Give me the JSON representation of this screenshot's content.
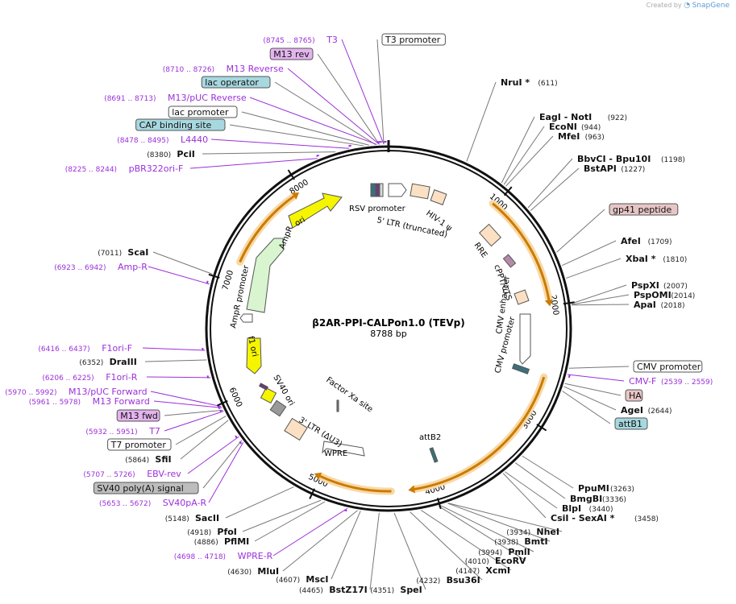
{
  "credit": {
    "created_by": "Created by",
    "brand": "SnapGene"
  },
  "plasmid": {
    "name": "β2AR-PPI-CALPon1.0 (TEVp)",
    "length": "8788 bp"
  },
  "colors": {
    "primer": "#9b30d9",
    "site_text": "#111111",
    "pos_text": "#222222",
    "backbone": "#111111",
    "orf_orange": "#cc7a00",
    "orf_glow": "#f7d9a6",
    "ori_yellow": "#f5f500",
    "ampr_green": "#d8f5d0",
    "ltr_peach": "#fbe0c4",
    "tag_pink": "#e8c6c6",
    "tag_blue": "#a7d8e0",
    "tag_violet": "#e4b4ee",
    "tag_grey": "#bdbdbd"
  },
  "ticks": [
    {
      "label": "1000",
      "pos": 1000
    },
    {
      "label": "2000",
      "pos": 2000
    },
    {
      "label": "3000",
      "pos": 3000
    },
    {
      "label": "4000",
      "pos": 4000
    },
    {
      "label": "5000",
      "pos": 5000
    },
    {
      "label": "6000",
      "pos": 6000
    },
    {
      "label": "7000",
      "pos": 7000
    },
    {
      "label": "8000",
      "pos": 8000
    }
  ],
  "inner_labels": [
    {
      "id": "rsv-promoter",
      "text": "RSV promoter"
    },
    {
      "id": "ltr5",
      "text": "5' LTR (truncated)"
    },
    {
      "id": "hiv-psi",
      "text": "HIV-1 ψ"
    },
    {
      "id": "rre",
      "text": "RRE"
    },
    {
      "id": "cppt",
      "text": "cPPT/CTS"
    },
    {
      "id": "cmv-enhancer",
      "text": "CMV enhancer"
    },
    {
      "id": "cmv-promoter-in",
      "text": "CMV promoter"
    },
    {
      "id": "attb2",
      "text": "attB2"
    },
    {
      "id": "wpre",
      "text": "WPRE"
    },
    {
      "id": "ltr3",
      "text": "3' LTR (ΔU3)"
    },
    {
      "id": "factorxa",
      "text": "Factor Xa site"
    },
    {
      "id": "sv40ori",
      "text": "SV40 ori"
    },
    {
      "id": "f1ori",
      "text": "f1 ori"
    },
    {
      "id": "ampr-promoter",
      "text": "AmpR promoter"
    },
    {
      "id": "ampr",
      "text": "AmpR"
    },
    {
      "id": "ori",
      "text": "ori"
    }
  ],
  "outer_labels": [
    {
      "id": "t3p",
      "pos": "(8745 .. 8765)",
      "name": "T3",
      "kind": "primer"
    },
    {
      "id": "t3promoter",
      "name": "T3 promoter",
      "kind": "box-white"
    },
    {
      "id": "m13rev",
      "name": "M13 rev",
      "kind": "box-violet"
    },
    {
      "id": "m13reverse",
      "pos": "(8710 .. 8726)",
      "name": "M13 Reverse",
      "kind": "primer"
    },
    {
      "id": "lacop",
      "name": "lac operator",
      "kind": "box-blue"
    },
    {
      "id": "m13puc",
      "pos": "(8691 .. 8713)",
      "name": "M13/pUC Reverse",
      "kind": "primer"
    },
    {
      "id": "lacprom",
      "name": "lac promoter",
      "kind": "box-white"
    },
    {
      "id": "cap",
      "name": "CAP binding site",
      "kind": "box-blue"
    },
    {
      "id": "l4440",
      "pos": "(8478 .. 8495)",
      "name": "L4440",
      "kind": "primer"
    },
    {
      "id": "pcii",
      "pos": "(8380)",
      "name": "PciI",
      "kind": "site"
    },
    {
      "id": "pbr322",
      "pos": "(8225 .. 8244)",
      "name": "pBR322ori-F",
      "kind": "primer"
    },
    {
      "id": "scai",
      "pos": "(7011)",
      "name": "ScaI",
      "kind": "site"
    },
    {
      "id": "ampr-primer",
      "pos": "(6923 .. 6942)",
      "name": "Amp-R",
      "kind": "primer"
    },
    {
      "id": "f1orif",
      "pos": "(6416 .. 6437)",
      "name": "F1ori-F",
      "kind": "primer"
    },
    {
      "id": "draiii",
      "pos": "(6352)",
      "name": "DraIII",
      "kind": "site"
    },
    {
      "id": "f1orir",
      "pos": "(6206 .. 6225)",
      "name": "F1ori-R",
      "kind": "primer"
    },
    {
      "id": "m13pucfwd",
      "pos": "(5970 .. 5992)",
      "name": "M13/pUC Forward",
      "kind": "primer"
    },
    {
      "id": "m13forward",
      "pos": "(5961 .. 5978)",
      "name": "M13 Forward",
      "kind": "primer"
    },
    {
      "id": "m13fwd",
      "name": "M13 fwd",
      "kind": "box-violet"
    },
    {
      "id": "t7p",
      "pos": "(5932 .. 5951)",
      "name": "T7",
      "kind": "primer"
    },
    {
      "id": "t7prom",
      "name": "T7 promoter",
      "kind": "box-white"
    },
    {
      "id": "sfii",
      "pos": "(5864)",
      "name": "SfiI",
      "kind": "site"
    },
    {
      "id": "ebvrev",
      "pos": "(5707 .. 5726)",
      "name": "EBV-rev",
      "kind": "primer"
    },
    {
      "id": "sv40polya",
      "name": "SV40 poly(A) signal",
      "kind": "box-grey"
    },
    {
      "id": "sv40par",
      "pos": "(5653 .. 5672)",
      "name": "SV40pA-R",
      "kind": "primer"
    },
    {
      "id": "sacii",
      "pos": "(5148)",
      "name": "SacII",
      "kind": "site"
    },
    {
      "id": "pfoi",
      "pos": "(4918)",
      "name": "PfoI",
      "kind": "site"
    },
    {
      "id": "pflmi",
      "pos": "(4886)",
      "name": "PflMI",
      "kind": "site"
    },
    {
      "id": "wprer",
      "pos": "(4698 .. 4718)",
      "name": "WPRE-R",
      "kind": "primer"
    },
    {
      "id": "mlui",
      "pos": "(4630)",
      "name": "MluI",
      "kind": "site"
    },
    {
      "id": "msci",
      "pos": "(4607)",
      "name": "MscI",
      "kind": "site"
    },
    {
      "id": "bstz17i",
      "pos": "(4465)",
      "name": "BstZ17I",
      "kind": "site"
    },
    {
      "id": "spei",
      "pos": "(4351)",
      "name": "SpeI",
      "kind": "site"
    },
    {
      "id": "bsu36i",
      "pos": "(4232)",
      "name": "Bsu36I",
      "kind": "site"
    },
    {
      "id": "xcmi",
      "pos": "(4147)",
      "name": "XcmI",
      "kind": "site"
    },
    {
      "id": "ecorv",
      "pos": "(4010)",
      "name": "EcoRV",
      "kind": "site"
    },
    {
      "id": "pmli",
      "pos": "(3994)",
      "name": "PmlI",
      "kind": "site"
    },
    {
      "id": "bmti",
      "pos": "(3938)",
      "name": "BmtI",
      "kind": "site"
    },
    {
      "id": "nhei",
      "pos": "(3934)",
      "name": "NheI",
      "kind": "site"
    },
    {
      "id": "csii",
      "pos": "(3458)",
      "name": "CsiI  - SexAI *",
      "kind": "site"
    },
    {
      "id": "blpi",
      "pos": "(3440)",
      "name": "BlpI",
      "kind": "site"
    },
    {
      "id": "bmgbi",
      "pos": "(3336)",
      "name": "BmgBI",
      "kind": "site"
    },
    {
      "id": "ppumi",
      "pos": "(3263)",
      "name": "PpuMI",
      "kind": "site"
    },
    {
      "id": "attb1",
      "name": "attB1",
      "kind": "box-blue"
    },
    {
      "id": "agei",
      "pos": "(2644)",
      "name": "AgeI",
      "kind": "site"
    },
    {
      "id": "ha",
      "name": "HA",
      "kind": "box-pink"
    },
    {
      "id": "cmvf",
      "pos": "(2539 .. 2559)",
      "name": "CMV-F",
      "kind": "primer"
    },
    {
      "id": "cmvprom",
      "name": "CMV promoter",
      "kind": "box-white"
    },
    {
      "id": "apai",
      "pos": "(2018)",
      "name": "ApaI",
      "kind": "site"
    },
    {
      "id": "pspomi",
      "pos": "(2014)",
      "name": "PspOMI",
      "kind": "site"
    },
    {
      "id": "pspxi",
      "pos": "(2007)",
      "name": "PspXI",
      "kind": "site"
    },
    {
      "id": "xbai",
      "pos": "(1810)",
      "name": "XbaI *",
      "kind": "site"
    },
    {
      "id": "afei",
      "pos": "(1709)",
      "name": "AfeI",
      "kind": "site"
    },
    {
      "id": "gp41",
      "name": "gp41 peptide",
      "kind": "box-pink"
    },
    {
      "id": "bstapi",
      "pos": "(1227)",
      "name": "BstAPI",
      "kind": "site"
    },
    {
      "id": "bbvci",
      "pos": "(1198)",
      "name": "BbvCI  - Bpu10I",
      "kind": "site"
    },
    {
      "id": "mfei",
      "pos": "(963)",
      "name": "MfeI",
      "kind": "site"
    },
    {
      "id": "econi",
      "pos": "(944)",
      "name": "EcoNI",
      "kind": "site"
    },
    {
      "id": "eagi",
      "pos": "(922)",
      "name": "EagI  - NotI",
      "kind": "site"
    },
    {
      "id": "nrui",
      "pos": "(611)",
      "name": "NruI *",
      "kind": "site"
    }
  ]
}
